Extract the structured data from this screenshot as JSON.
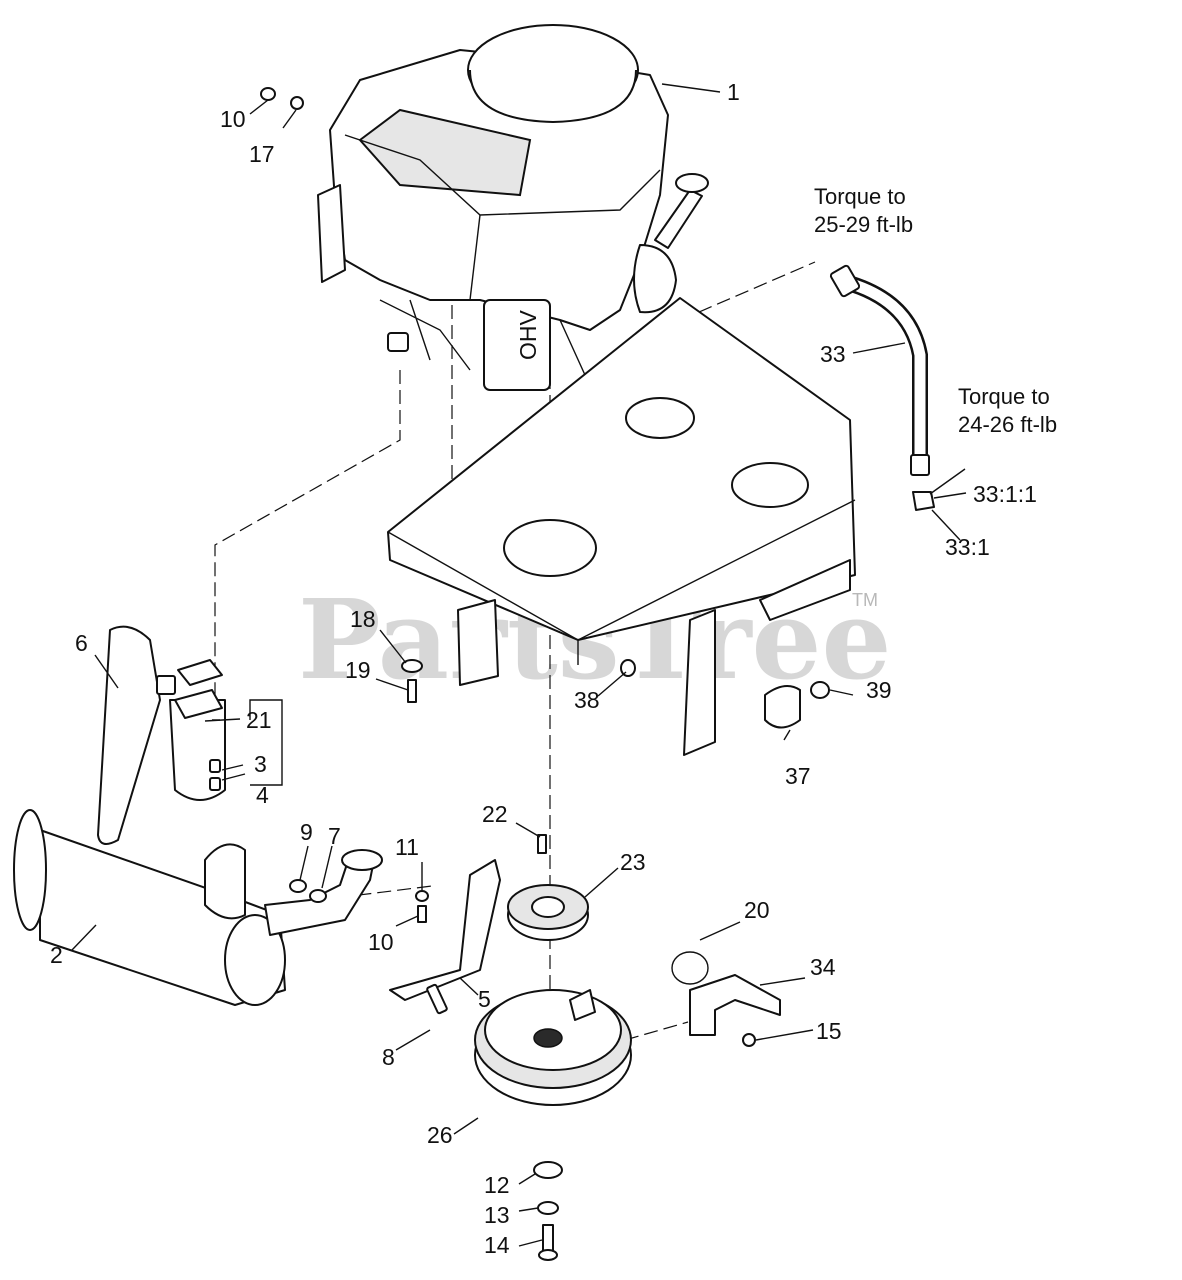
{
  "watermark": {
    "text": "PartsTree",
    "trademark": "TM"
  },
  "notes": [
    {
      "line1": "Torque to",
      "line2": "25-29 ft-lb"
    },
    {
      "line1": "Torque to",
      "line2": "24-26 ft-lb"
    }
  ],
  "callouts": {
    "c1": "1",
    "c2": "2",
    "c3": "3",
    "c4": "4",
    "c5": "5",
    "c6": "6",
    "c7": "7",
    "c8": "8",
    "c9": "9",
    "c10a": "10",
    "c10b": "10",
    "c11": "11",
    "c12": "12",
    "c13": "13",
    "c14": "14",
    "c15": "15",
    "c17": "17",
    "c18": "18",
    "c19": "19",
    "c20": "20",
    "c21": "21",
    "c22": "22",
    "c23": "23",
    "c26": "26",
    "c33": "33",
    "c33_1_1": "33:1:1",
    "c33_1": "33:1",
    "c34": "34",
    "c37": "37",
    "c38": "38",
    "c39": "39"
  },
  "engine_labels": {
    "valve_cover": "OHV"
  }
}
